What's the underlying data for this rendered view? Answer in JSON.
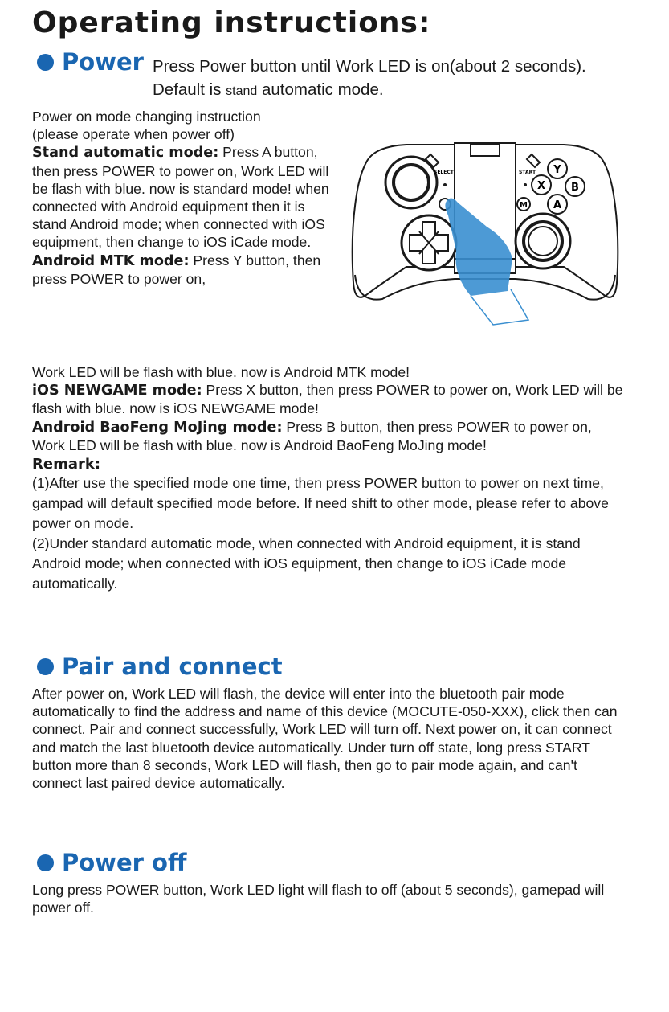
{
  "title": "Operating instructions:",
  "power": {
    "heading": "Power",
    "desc_part1": "Press Power button until Work LED is on(about 2 seconds). Default is ",
    "desc_small": "stand",
    "desc_part2": " automatic mode."
  },
  "mode_intro": {
    "line1": "Power on mode changing instruction",
    "line2": "(please operate when power off)"
  },
  "stand_mode": {
    "label": "Stand automatic mode:",
    "text": " Press A button, then press POWER to power on, Work LED will be flash with blue. now is standard mode! when connected with Android equipment then it is stand Android mode; when connected with iOS equipment, then change to iOS iCade mode."
  },
  "mtk_mode": {
    "label": "Android MTK mode:",
    "text": " Press Y button, then press POWER to power on,",
    "continued": "Work LED will be flash with blue. now is Android MTK mode!"
  },
  "ios_mode": {
    "label": "iOS NEWGAME mode:",
    "text": " Press X button, then press POWER to power on, Work LED will be flash with blue. now is iOS  NEWGAME mode!"
  },
  "baofeng_mode": {
    "label": "Android BaoFeng MoJing mode:",
    "text": " Press B button, then press POWER to power on, Work LED will be flash with blue. now is Android BaoFeng MoJing mode!"
  },
  "remark": {
    "label": "Remark:",
    "item1": "(1)After use the specified mode one time, then press POWER button to power on next time, gampad will default specified mode before. If need shift to other mode, please refer to above power on mode.",
    "item2": "(2)Under standard automatic mode, when connected with Android equipment, it is stand Android mode; when connected with iOS equipment, then change to iOS iCade mode automatically."
  },
  "pair": {
    "heading": "Pair and connect",
    "text": "After power on, Work LED will flash, the device will enter into the bluetooth pair mode automatically to find the address and name of this device (MOCUTE-050-XXX), click then can connect. Pair and connect successfully, Work LED will turn off.  Next power on, it can connect and match the last bluetooth device automatically. Under turn off state, long press START button more than 8 seconds, Work LED will flash, then go to pair mode again, and can't connect last paired device automatically."
  },
  "power_off": {
    "heading": "Power off",
    "text": "Long press POWER button, Work LED light will flash to off (about 5 seconds), gamepad will power off."
  },
  "gamepad": {
    "select_label": "SELECT",
    "start_label": "START",
    "btn_y": "Y",
    "btn_x": "X",
    "btn_b": "B",
    "btn_a": "A",
    "btn_m": "M"
  },
  "colors": {
    "accent": "#1a66b1",
    "hand": "#3a8fd0"
  }
}
